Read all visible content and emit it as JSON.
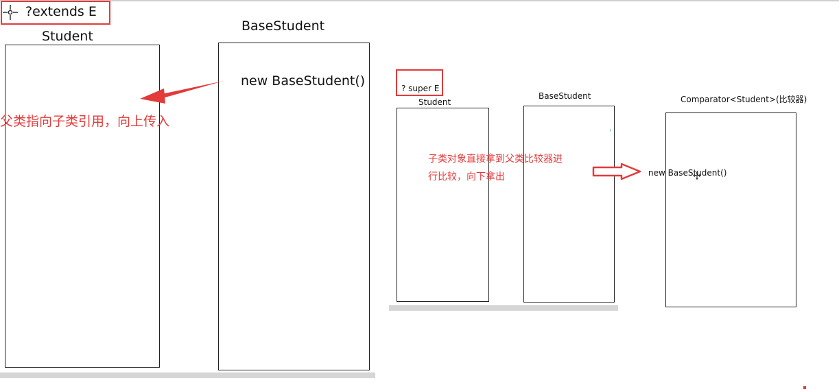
{
  "left": {
    "heading": "?extends E",
    "student_label": "Student",
    "basestudent_label": "BaseStudent",
    "new_text": "new BaseStudent()",
    "annotation": "父类指向子类引用，向上传入"
  },
  "right": {
    "heading": "? super E",
    "student_label": "Student",
    "basestudent_label": "BaseStudent",
    "comparator_label": "Comparator<Student>(比较器)",
    "new_text": "new BaseStudent()",
    "annotation_line1": "子类对象直接拿到父类比较器进",
    "annotation_line2": "行比较，向下拿出"
  },
  "colors": {
    "accent": "#e33a3a",
    "stroke": "#222222"
  },
  "icons": {
    "left_heading_icon": "crosshair-icon",
    "right_cursor_icon": "move-cursor-icon"
  }
}
